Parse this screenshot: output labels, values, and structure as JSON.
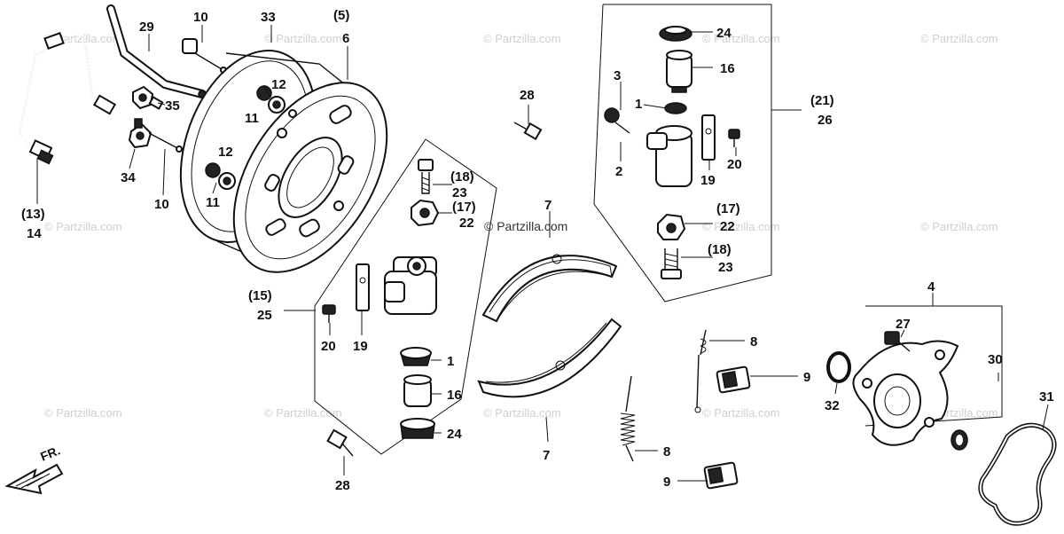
{
  "watermark_text": "© Partzilla.com",
  "center_credit": "© Partzilla.com",
  "direction_label": "FR.",
  "labels": [
    {
      "id": "l29",
      "text": "29"
    },
    {
      "id": "l10a",
      "text": "10"
    },
    {
      "id": "l33",
      "text": "33"
    },
    {
      "id": "l5",
      "text": "(5)"
    },
    {
      "id": "l6",
      "text": "6"
    },
    {
      "id": "l12a",
      "text": "12"
    },
    {
      "id": "l11a",
      "text": "11"
    },
    {
      "id": "l35",
      "text": "35"
    },
    {
      "id": "l34",
      "text": "34"
    },
    {
      "id": "l10b",
      "text": "10"
    },
    {
      "id": "l12b",
      "text": "12"
    },
    {
      "id": "l11b",
      "text": "11"
    },
    {
      "id": "l13",
      "text": "(13)"
    },
    {
      "id": "l14",
      "text": "14"
    },
    {
      "id": "l28a",
      "text": "28"
    },
    {
      "id": "l18a",
      "text": "(18)"
    },
    {
      "id": "l23a",
      "text": "23"
    },
    {
      "id": "l17a",
      "text": "(17)"
    },
    {
      "id": "l22a",
      "text": "22"
    },
    {
      "id": "l15",
      "text": "(15)"
    },
    {
      "id": "l25",
      "text": "25"
    },
    {
      "id": "l20a",
      "text": "20"
    },
    {
      "id": "l19a",
      "text": "19"
    },
    {
      "id": "l1a",
      "text": "1"
    },
    {
      "id": "l16a",
      "text": "16"
    },
    {
      "id": "l24a",
      "text": "24"
    },
    {
      "id": "l28b",
      "text": "28"
    },
    {
      "id": "l7a",
      "text": "7"
    },
    {
      "id": "l7b",
      "text": "7"
    },
    {
      "id": "l24b",
      "text": "24"
    },
    {
      "id": "l16b",
      "text": "16"
    },
    {
      "id": "l3",
      "text": "3"
    },
    {
      "id": "l1b",
      "text": "1"
    },
    {
      "id": "l2",
      "text": "2"
    },
    {
      "id": "l19b",
      "text": "19"
    },
    {
      "id": "l20b",
      "text": "20"
    },
    {
      "id": "l21",
      "text": "(21)"
    },
    {
      "id": "l26",
      "text": "26"
    },
    {
      "id": "l17b",
      "text": "(17)"
    },
    {
      "id": "l22b",
      "text": "22"
    },
    {
      "id": "l18b",
      "text": "(18)"
    },
    {
      "id": "l23b",
      "text": "23"
    },
    {
      "id": "l4",
      "text": "4"
    },
    {
      "id": "l27",
      "text": "27"
    },
    {
      "id": "l30",
      "text": "30"
    },
    {
      "id": "l31",
      "text": "31"
    },
    {
      "id": "l32",
      "text": "32"
    },
    {
      "id": "l8a",
      "text": "8"
    },
    {
      "id": "l9a",
      "text": "9"
    },
    {
      "id": "l8b",
      "text": "8"
    },
    {
      "id": "l9b",
      "text": "9"
    }
  ]
}
